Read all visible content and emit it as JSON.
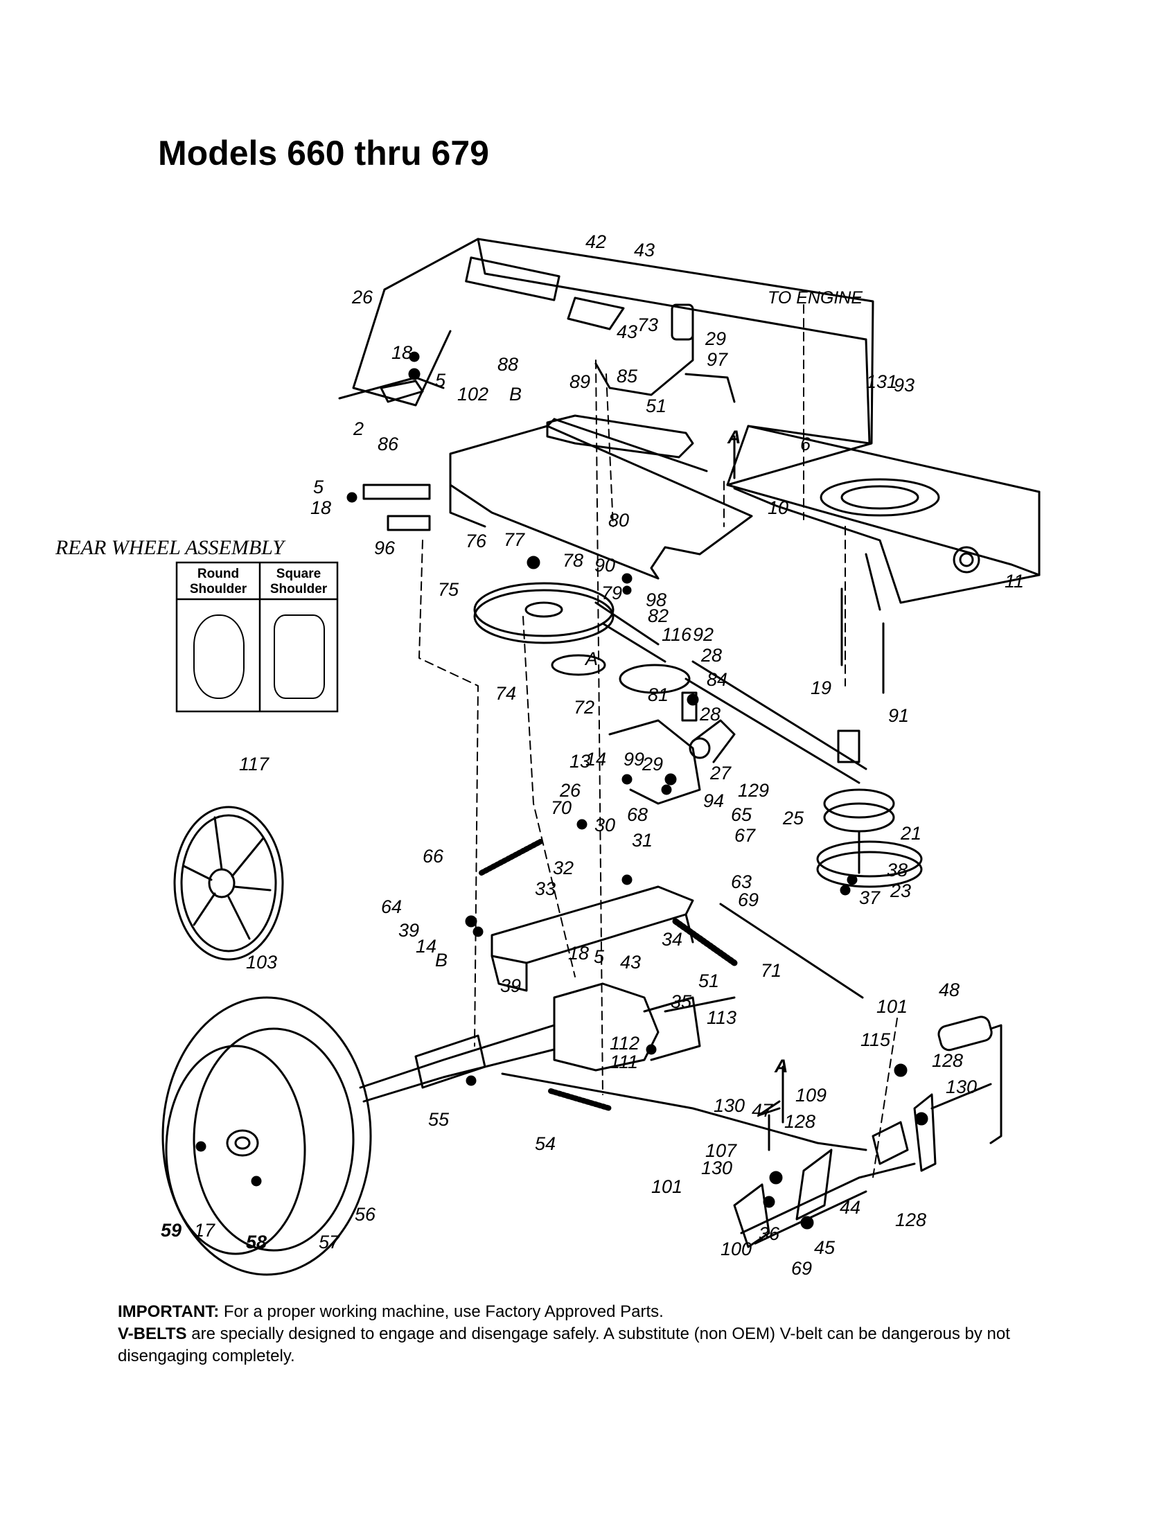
{
  "title": "Models 660 thru 679",
  "to_engine_label": "TO ENGINE",
  "rear_wheel_assembly": {
    "title": "REAR WHEEL ASSEMBLY",
    "columns": [
      "Round\nShoulder",
      "Square\nShoulder"
    ],
    "round_line1": "Round",
    "round_line2": "Shoulder",
    "square_line1": "Square",
    "square_line2": "Shoulder"
  },
  "section_markers": {
    "a1": "A",
    "a2": "A",
    "b1": "B",
    "b2": "B",
    "a3": "A"
  },
  "callouts": [
    "42",
    "43",
    "26",
    "18",
    "5",
    "2",
    "86",
    "5",
    "18",
    "96",
    "102",
    "88",
    "89",
    "85",
    "43",
    "73",
    "29",
    "97",
    "51",
    "131",
    "93",
    "6",
    "10",
    "11",
    "80",
    "76",
    "77",
    "90",
    "75",
    "78",
    "79",
    "98",
    "82",
    "116",
    "92",
    "28",
    "74",
    "84",
    "72",
    "81",
    "19",
    "91",
    "28",
    "99",
    "13",
    "14",
    "29",
    "27",
    "129",
    "94",
    "65",
    "26",
    "70",
    "30",
    "68",
    "66",
    "31",
    "67",
    "32",
    "33",
    "63",
    "69",
    "25",
    "21",
    "38",
    "23",
    "37",
    "64",
    "39",
    "14",
    "34",
    "18",
    "5",
    "43",
    "39",
    "71",
    "117",
    "103",
    "51",
    "35",
    "113",
    "112",
    "111",
    "48",
    "101",
    "115",
    "128",
    "130",
    "55",
    "54",
    "109",
    "47",
    "130",
    "128",
    "107",
    "130",
    "101",
    "44",
    "36",
    "100",
    "69",
    "45",
    "128",
    "56",
    "59",
    "17",
    "58",
    "57"
  ],
  "notes": {
    "important_label": "IMPORTANT:",
    "important_text": " For a proper working machine, use Factory Approved Parts.",
    "vbelts_label": "V-BELTS",
    "vbelts_text": " are specially designed to engage and disengage safely. A substitute (non OEM) V-belt can be dangerous by not disengaging completely."
  }
}
